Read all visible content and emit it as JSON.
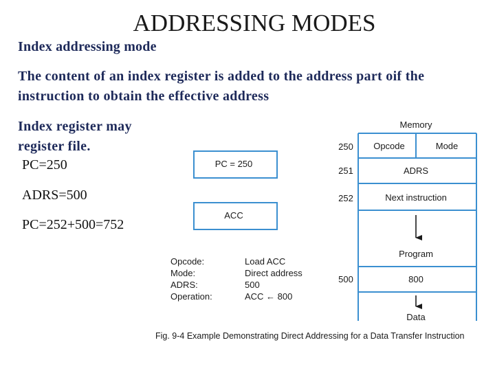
{
  "title": "ADDRESSING MODES",
  "subtitle": "Index addressing mode",
  "description": "The content of an index register is added to the address part oif the instruction to obtain the effective address",
  "note": "Index register may register file.",
  "calculations": {
    "pc": "PC=250",
    "adrs": "ADRS=500",
    "sum": "PC=252+500=752"
  },
  "figure": {
    "memory_label": "Memory",
    "addresses": [
      "250",
      "251",
      "252",
      "500"
    ],
    "cells": {
      "opcode": "Opcode",
      "mode": "Mode",
      "adrs": "ADRS",
      "next_instruction": "Next instruction",
      "program": "Program",
      "value_500": "800",
      "data": "Data"
    },
    "registers": {
      "pc": "PC = 250",
      "acc": "ACC"
    },
    "legend": {
      "keys": [
        "Opcode:",
        "Mode:",
        "ADRS:",
        "Operation:"
      ],
      "values": [
        "Load ACC",
        "Direct address",
        "500",
        "ACC ← 800"
      ]
    },
    "caption": "Fig. 9-4  Example Demonstrating Direct Addressing for a Data Transfer Instruction",
    "colors": {
      "box_border": "#3a8fd0",
      "text": "#1a1a1a",
      "heading_text": "#1e2a5a"
    }
  }
}
